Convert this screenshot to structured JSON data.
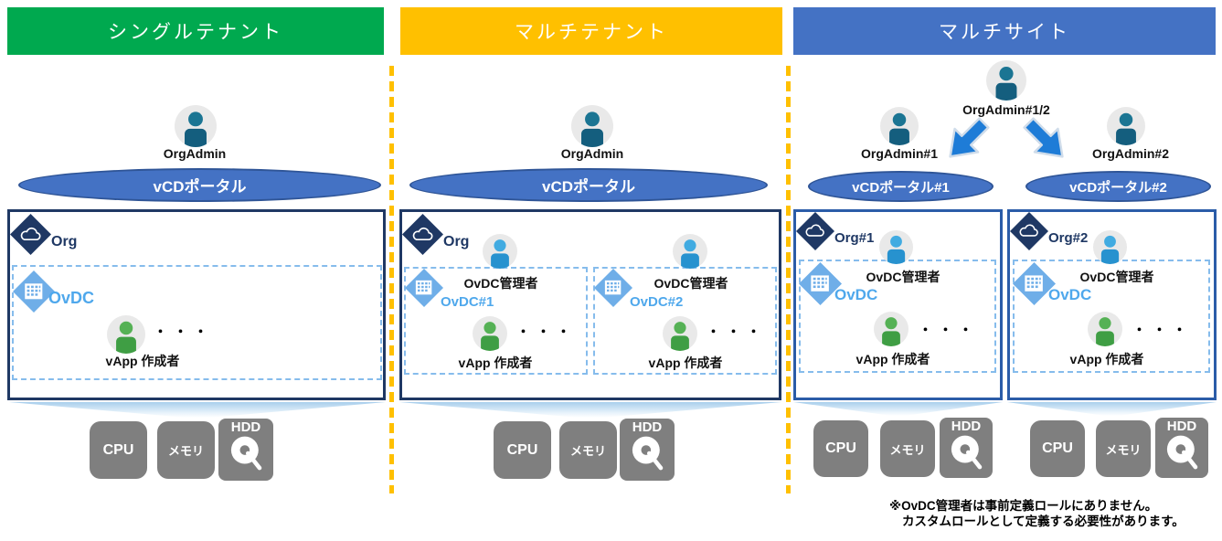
{
  "shared": {
    "dots": "・・・",
    "resources": {
      "cpu": "CPU",
      "memory": "メモリ",
      "hdd": "HDD"
    }
  },
  "single_tenant": {
    "header": "シングルテナント",
    "org_admin": "OrgAdmin",
    "portal": "vCDポータル",
    "org": "Org",
    "ovdc": "OvDC",
    "vapp_creator": "vApp 作成者"
  },
  "multi_tenant": {
    "header": "マルチテナント",
    "org_admin": "OrgAdmin",
    "portal": "vCDポータル",
    "org": "Org",
    "ovdc1": {
      "label": "OvDC#1",
      "manager": "OvDC管理者",
      "vapp_creator": "vApp 作成者"
    },
    "ovdc2": {
      "label": "OvDC#2",
      "manager": "OvDC管理者",
      "vapp_creator": "vApp 作成者"
    }
  },
  "multi_site": {
    "header": "マルチサイト",
    "org_admin_both": "OrgAdmin#1/2",
    "org_admin1": "OrgAdmin#1",
    "org_admin2": "OrgAdmin#2",
    "portal1": "vCDポータル#1",
    "portal2": "vCDポータル#2",
    "site1": {
      "org": "Org#1",
      "ovdc": "OvDC",
      "manager": "OvDC管理者",
      "vapp_creator": "vApp 作成者"
    },
    "site2": {
      "org": "Org#2",
      "ovdc": "OvDC",
      "manager": "OvDC管理者",
      "vapp_creator": "vApp 作成者"
    }
  },
  "footnote": {
    "line1": "※OvDC管理者は事前定義ロールにありません。",
    "line2": "カスタムロールとして定義する必要性があります。"
  },
  "colors": {
    "single_tenant_header": "#00A94F",
    "multi_tenant_header": "#FFC000",
    "multi_site_header": "#4472C4",
    "portal_fill": "#4472C4",
    "portal_border": "#2F5597",
    "org_navy": "#1F3864",
    "site_box_border": "#2B5CA8",
    "ovdc_diamond_blue": "#6FAEE8",
    "ovdc_label_blue": "#4FA8EC",
    "divider_dash": "#FFC000",
    "admin_person": "#145E7E",
    "manager_person": "#2792CF",
    "vapp_person": "#3F9E44",
    "resource_gray": "#7F7F7F",
    "arrow_blue": "#1E7CD7"
  }
}
